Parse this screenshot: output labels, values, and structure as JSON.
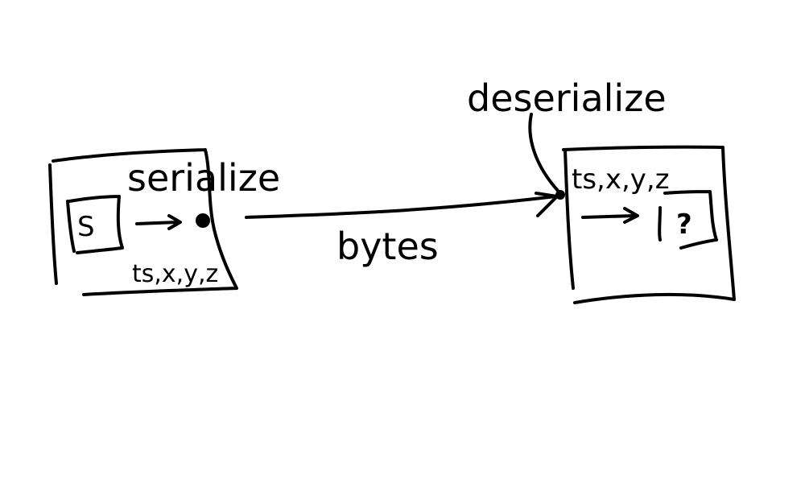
{
  "diagram": {
    "left_box": {
      "title": "serialize",
      "source_symbol": "S",
      "fields": "ts,x,y,z"
    },
    "connection": {
      "label": "bytes"
    },
    "right_box": {
      "title": "deserialize",
      "fields": "ts,x,y,z",
      "target_symbol": "?"
    },
    "ink_color": "#000000",
    "background_color": "#ffffff"
  }
}
